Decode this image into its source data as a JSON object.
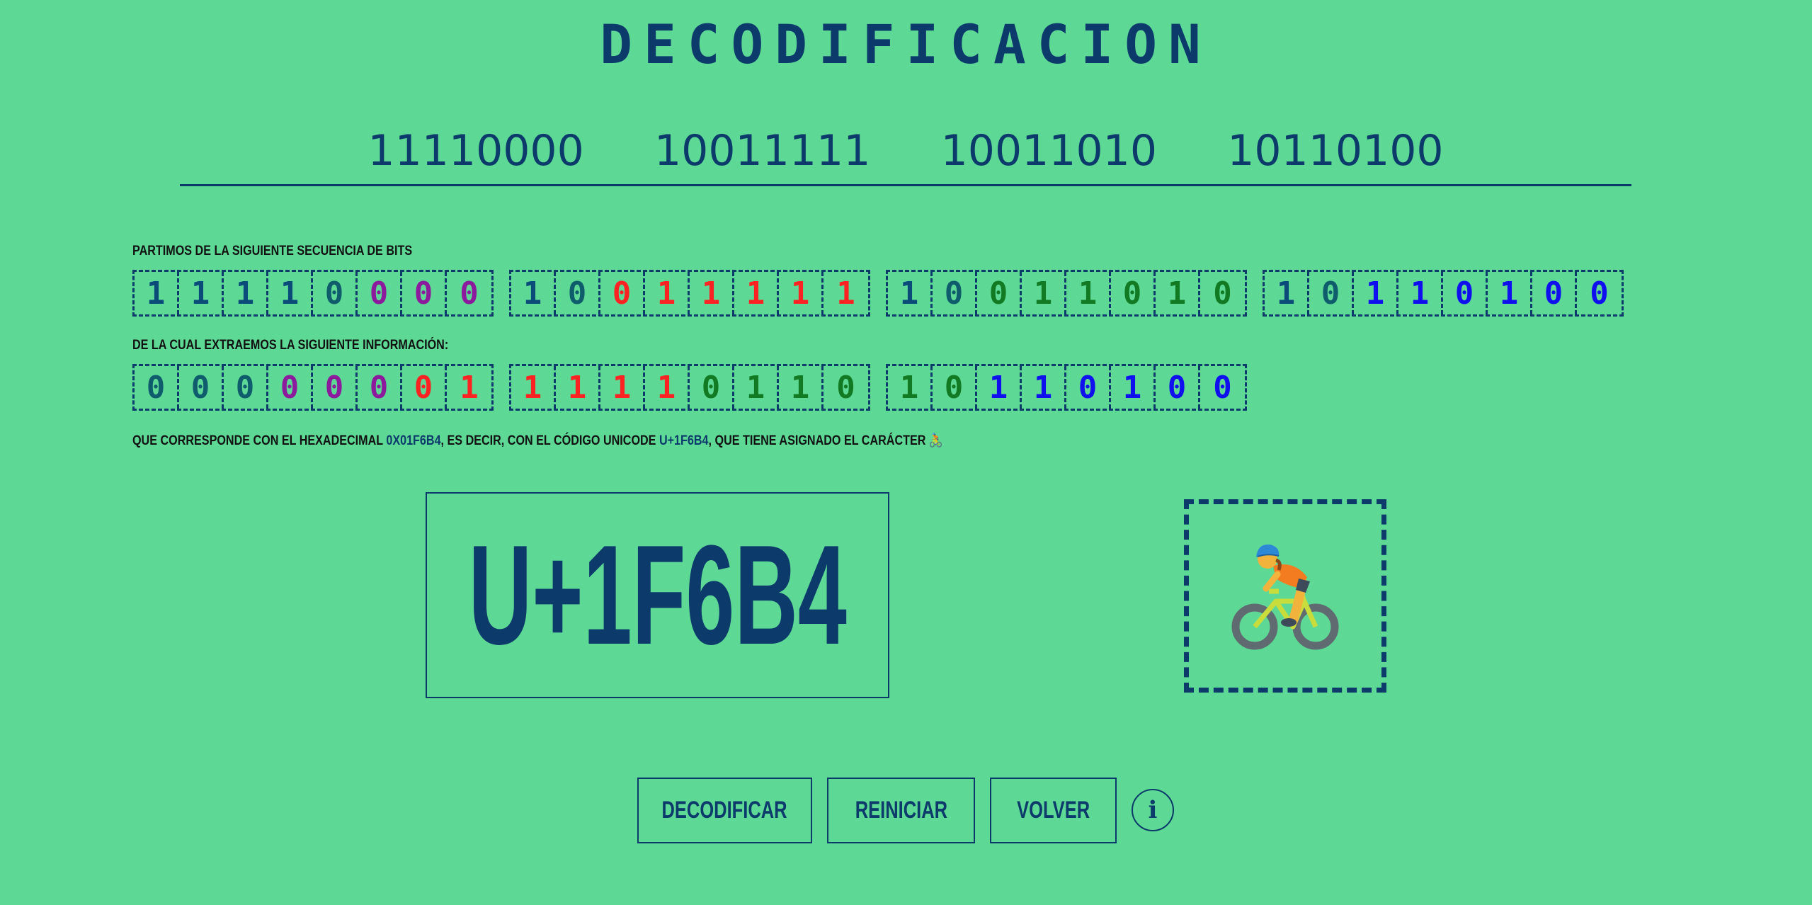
{
  "title": "DECODIFICACION",
  "input": {
    "value": "11110000   10011111   10011010   10110100"
  },
  "labels": {
    "sequence": "PARTIMOS DE LA SIGUIENTE SECUENCIA DE BITS",
    "extract": "DE LA CUAL EXTRAEMOS LA SIGUIENTE INFORMACIÓN:",
    "result_prefix": "QUE CORRESPONDE CON EL HEXADECIMAL ",
    "hex": "0X01F6B4",
    "result_middle": ", ES DECIR, CON EL CÓDIGO UNICODE ",
    "unicode": "U+1F6B4",
    "result_suffix": ", QUE TIENE ASIGNADO EL CARÁCTER ",
    "char": "🚴"
  },
  "source_bytes": [
    {
      "bits": [
        "1",
        "1",
        "1",
        "1",
        "0",
        "0",
        "0",
        "0"
      ],
      "colors": [
        "navy",
        "navy",
        "navy",
        "navy",
        "teal",
        "purple",
        "purple",
        "purple"
      ]
    },
    {
      "bits": [
        "1",
        "0",
        "0",
        "1",
        "1",
        "1",
        "1",
        "1"
      ],
      "colors": [
        "navy",
        "teal",
        "red",
        "red",
        "red",
        "red",
        "red",
        "red"
      ]
    },
    {
      "bits": [
        "1",
        "0",
        "0",
        "1",
        "1",
        "0",
        "1",
        "0"
      ],
      "colors": [
        "navy",
        "teal",
        "green",
        "green",
        "green",
        "green",
        "green",
        "green"
      ]
    },
    {
      "bits": [
        "1",
        "0",
        "1",
        "1",
        "0",
        "1",
        "0",
        "0"
      ],
      "colors": [
        "navy",
        "teal",
        "blue",
        "blue",
        "blue",
        "blue",
        "blue",
        "blue"
      ]
    }
  ],
  "extracted_bytes": [
    {
      "bits": [
        "0",
        "0",
        "0",
        "0",
        "0",
        "0",
        "0",
        "1"
      ],
      "colors": [
        "teal",
        "teal",
        "teal",
        "purple",
        "purple",
        "purple",
        "red",
        "red"
      ]
    },
    {
      "bits": [
        "1",
        "1",
        "1",
        "1",
        "0",
        "1",
        "1",
        "0"
      ],
      "colors": [
        "red",
        "red",
        "red",
        "red",
        "green",
        "green",
        "green",
        "green"
      ]
    },
    {
      "bits": [
        "1",
        "0",
        "1",
        "1",
        "0",
        "1",
        "0",
        "0"
      ],
      "colors": [
        "green",
        "green",
        "blue",
        "blue",
        "blue",
        "blue",
        "blue",
        "blue"
      ]
    }
  ],
  "code_display": "U+1F6B4",
  "character_icon": "person-biking",
  "buttons": {
    "decode": "DECODIFICAR",
    "reset": "REINICIAR",
    "back": "VOLVER",
    "info": "i"
  },
  "colors": {
    "background": "#5ed995",
    "primary": "#0b3a6b",
    "red": "#ff2222",
    "green": "#117a22",
    "blue": "#1010ee",
    "purple": "#8b1a9c"
  }
}
